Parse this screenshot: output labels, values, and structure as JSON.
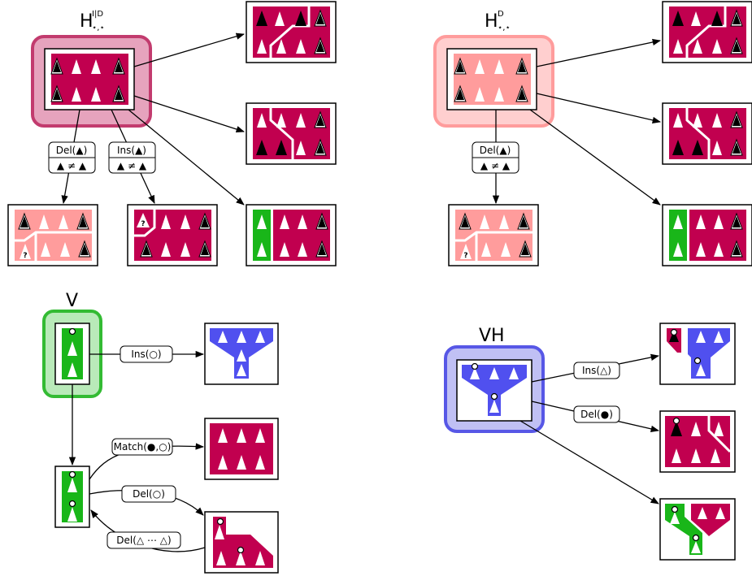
{
  "colors": {
    "crimson": "#c1004f",
    "pink": "#ff9c9c",
    "green": "#19b619",
    "blue": "#5050ef",
    "hid_frame_fill": "#e6a3bd",
    "hid_frame_stroke": "#c23b6e",
    "hd_frame_fill": "#ffcfcf",
    "hd_frame_stroke": "#ff9c9c",
    "v_frame_fill": "#b9eab9",
    "v_frame_stroke": "#33bb33",
    "vh_frame_fill": "#c0c0f4",
    "vh_frame_stroke": "#5757e6"
  },
  "titles": {
    "hid": {
      "main": "H",
      "sup": "I|D",
      "sub": "⋆,⋆"
    },
    "hd": {
      "main": "H",
      "sup": "D",
      "sub": "⋆,⋆"
    },
    "v": {
      "main": "V"
    },
    "vh": {
      "main": "VH"
    }
  },
  "labels": {
    "hid_del": {
      "top": "Del(▲)",
      "bottom": "▲ ≠ ▲"
    },
    "hid_ins": {
      "top": "Ins(▲)",
      "bottom": "▲ ≠ ▲"
    },
    "hd_del": {
      "top": "Del(▲)",
      "bottom": "▲ ≠ ▲"
    },
    "v_ins": "Ins(○)",
    "v_match": "Match(●,○)",
    "v_del": "Del(○)",
    "v_delseq": "Del(△ ⋯ △)",
    "vh_ins": "Ins(△)",
    "vh_del": "Del(●)"
  },
  "icons": {
    "triangle": "white-triangle",
    "unknown": "question-mark",
    "node": "circle-node"
  }
}
